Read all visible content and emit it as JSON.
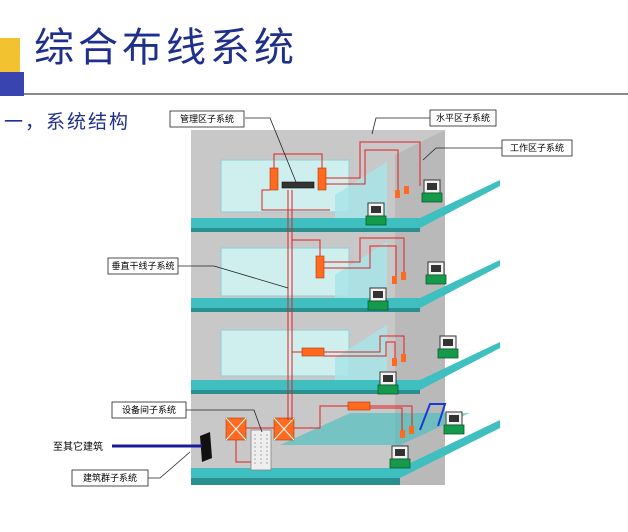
{
  "title": "综合布线系统",
  "subtitle": "一，系统结构",
  "labels": {
    "management": "管理区子系统",
    "horizontal": "水平区子系统",
    "work_area": "工作区子系统",
    "vertical": "垂直干线子系统",
    "equipment_room": "设备间子系统",
    "to_other_buildings": "至其它建筑",
    "building_complex": "建筑群子系统"
  },
  "colors": {
    "title": "#1f2f8c",
    "floor": "#3fbfbf",
    "building_wall": "#c8c8c8",
    "glass": "#a8e4e8",
    "cable": "#e02020",
    "device": "#ff6a20",
    "terminal": "#149a4a"
  }
}
